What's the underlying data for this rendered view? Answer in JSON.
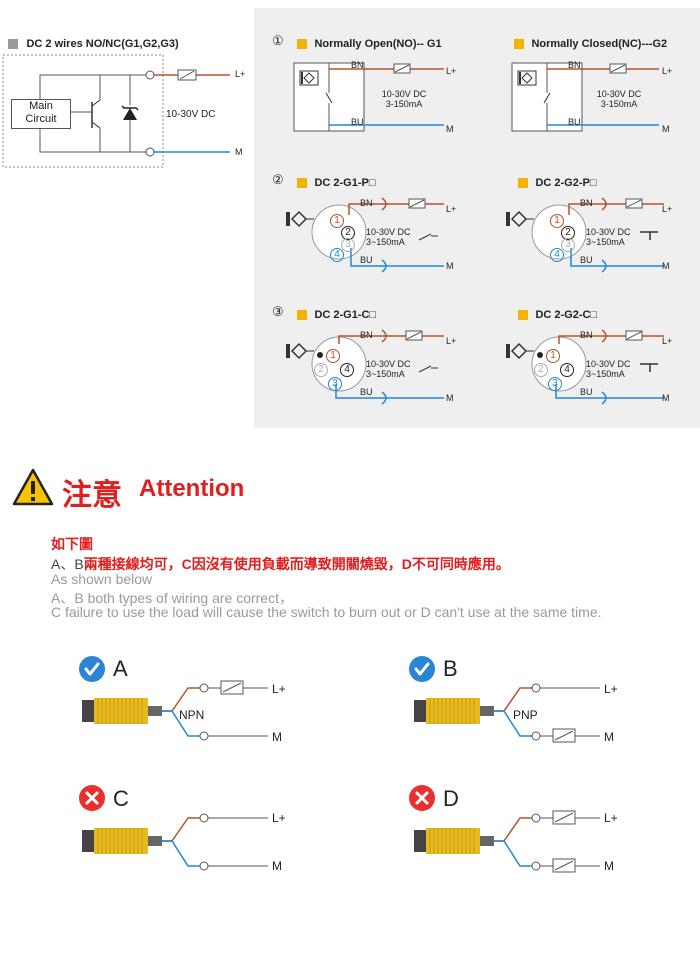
{
  "left_diagram": {
    "title": "DC 2 wires NO/NC(G1,G2,G3)",
    "main_circuit": "Main\nCircuit",
    "voltage": "10-30V DC",
    "l_plus": "L+",
    "m": "M"
  },
  "panel": {
    "row1": {
      "num": "①",
      "left_title": "Normally Open(NO)-- G1",
      "right_title": "Normally Closed(NC)---G2"
    },
    "row2": {
      "num": "②",
      "left_title": "DC 2-G1-P□",
      "right_title": "DC 2-G2-P□"
    },
    "row3": {
      "num": "③",
      "left_title": "DC 2-G1-C□",
      "right_title": "DC 2-G2-C□"
    },
    "bn": "BN",
    "bu": "BU",
    "l_plus": "L+",
    "m": "M",
    "voltage_a": "10-30V DC",
    "current_a": "3-150mA",
    "voltage_b": "10-30V DC",
    "current_b": "3~150mA",
    "pin1": "1",
    "pin2": "2",
    "pin3": "3",
    "pin4": "4"
  },
  "attention": {
    "cn": "注意",
    "en": "Attention"
  },
  "notes": {
    "cn_heading": "如下圖",
    "cn_line_prefix": "A、B",
    "cn_line_rest": "兩種接線均可，C因沒有使用負載而導致開關燒毀，D不可同時應用。",
    "en_line1": "As shown below",
    "en_line2": "A、B both types of wiring are correct，",
    "en_line3": "C failure to use the load will cause the switch to burn out or D can't use at the same time."
  },
  "wiring": {
    "a": {
      "letter": "A",
      "type": "NPN"
    },
    "b": {
      "letter": "B",
      "type": "PNP"
    },
    "c": {
      "letter": "C"
    },
    "d": {
      "letter": "D"
    },
    "l_plus": "L+",
    "m": "M"
  },
  "colors": {
    "brown": "#b5532a",
    "blue": "#1e88d8",
    "yellow": "#f3b400",
    "red": "#e01e1e",
    "check_blue": "#2a86d4",
    "cross_red": "#e8302f",
    "sensor_yellow": "#e7bb1f"
  }
}
